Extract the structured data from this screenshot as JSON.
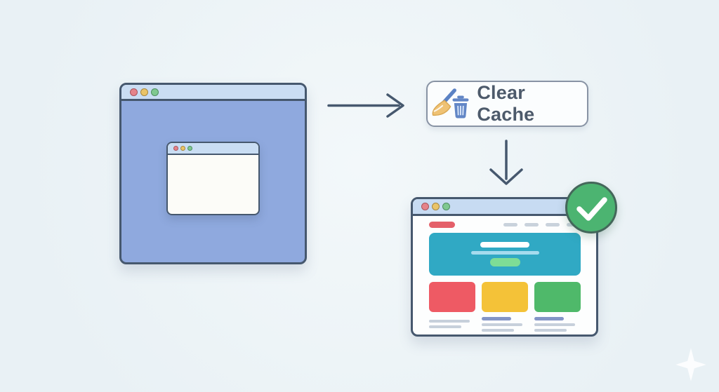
{
  "diagram": {
    "name": "clear-cache-flow",
    "source_window": {
      "type": "browser-window",
      "traffic_lights": [
        "red",
        "yellow",
        "green"
      ],
      "nested_popup": {
        "type": "popup-window",
        "traffic_lights": [
          "red",
          "yellow",
          "green"
        ]
      }
    },
    "action_button": {
      "label": "Clear Cache",
      "icons": [
        "broom-icon",
        "trash-icon"
      ]
    },
    "arrows": [
      {
        "direction": "right",
        "from": "source-window",
        "to": "clear-cache-button"
      },
      {
        "direction": "down",
        "from": "clear-cache-button",
        "to": "result-window"
      }
    ],
    "result_window": {
      "type": "browser-window",
      "traffic_lights": [
        "red",
        "yellow",
        "green"
      ],
      "content_blocks": [
        "logo-pill",
        "nav-links",
        "hero-banner",
        "red-card",
        "yellow-card",
        "green-card",
        "text-columns"
      ],
      "status_badge": {
        "icon": "check-icon",
        "meaning": "success"
      }
    },
    "decor": [
      "sparkle"
    ]
  },
  "colors": {
    "bg_center": "#F3F8FA",
    "bg_edge": "#E9F1F5",
    "window_border": "#46586E",
    "titlebar": "#CADDF3",
    "source_body": "#8FA9DE",
    "popup_titlebar": "#C9DDF3",
    "popup_body": "#FCFCF8",
    "dot_red": "#E5838A",
    "dot_red_rim": "#A9545C",
    "dot_yellow": "#EAC468",
    "dot_yellow_rim": "#A8883E",
    "dot_green": "#7FC890",
    "dot_green_rim": "#4E8F60",
    "arrow": "#46586E",
    "button_bg": "#FBFDFE",
    "button_border": "#8893A4",
    "button_text": "#4D5A6B",
    "broom_handle": "#5B82C4",
    "broom_bristles": "#EFC274",
    "trash_blue": "#6286C6",
    "result_titlebar": "#C7DBF2",
    "result_body": "#FDFEFE",
    "logo_red": "#E4606A",
    "nav_dash": "#C9D2DC",
    "hero_teal": "#30A9C4",
    "hero_line1": "#FFFFFF",
    "hero_line2": "#A5DBEE",
    "hero_cta": "#7EDD96",
    "card_red": "#EE5A64",
    "card_yellow": "#F4C238",
    "card_green": "#4FB96A",
    "text_title": "#8495C7",
    "text_line": "#C7D0DB",
    "check_fill": "#4CB471",
    "check_rim": "#44675A"
  }
}
